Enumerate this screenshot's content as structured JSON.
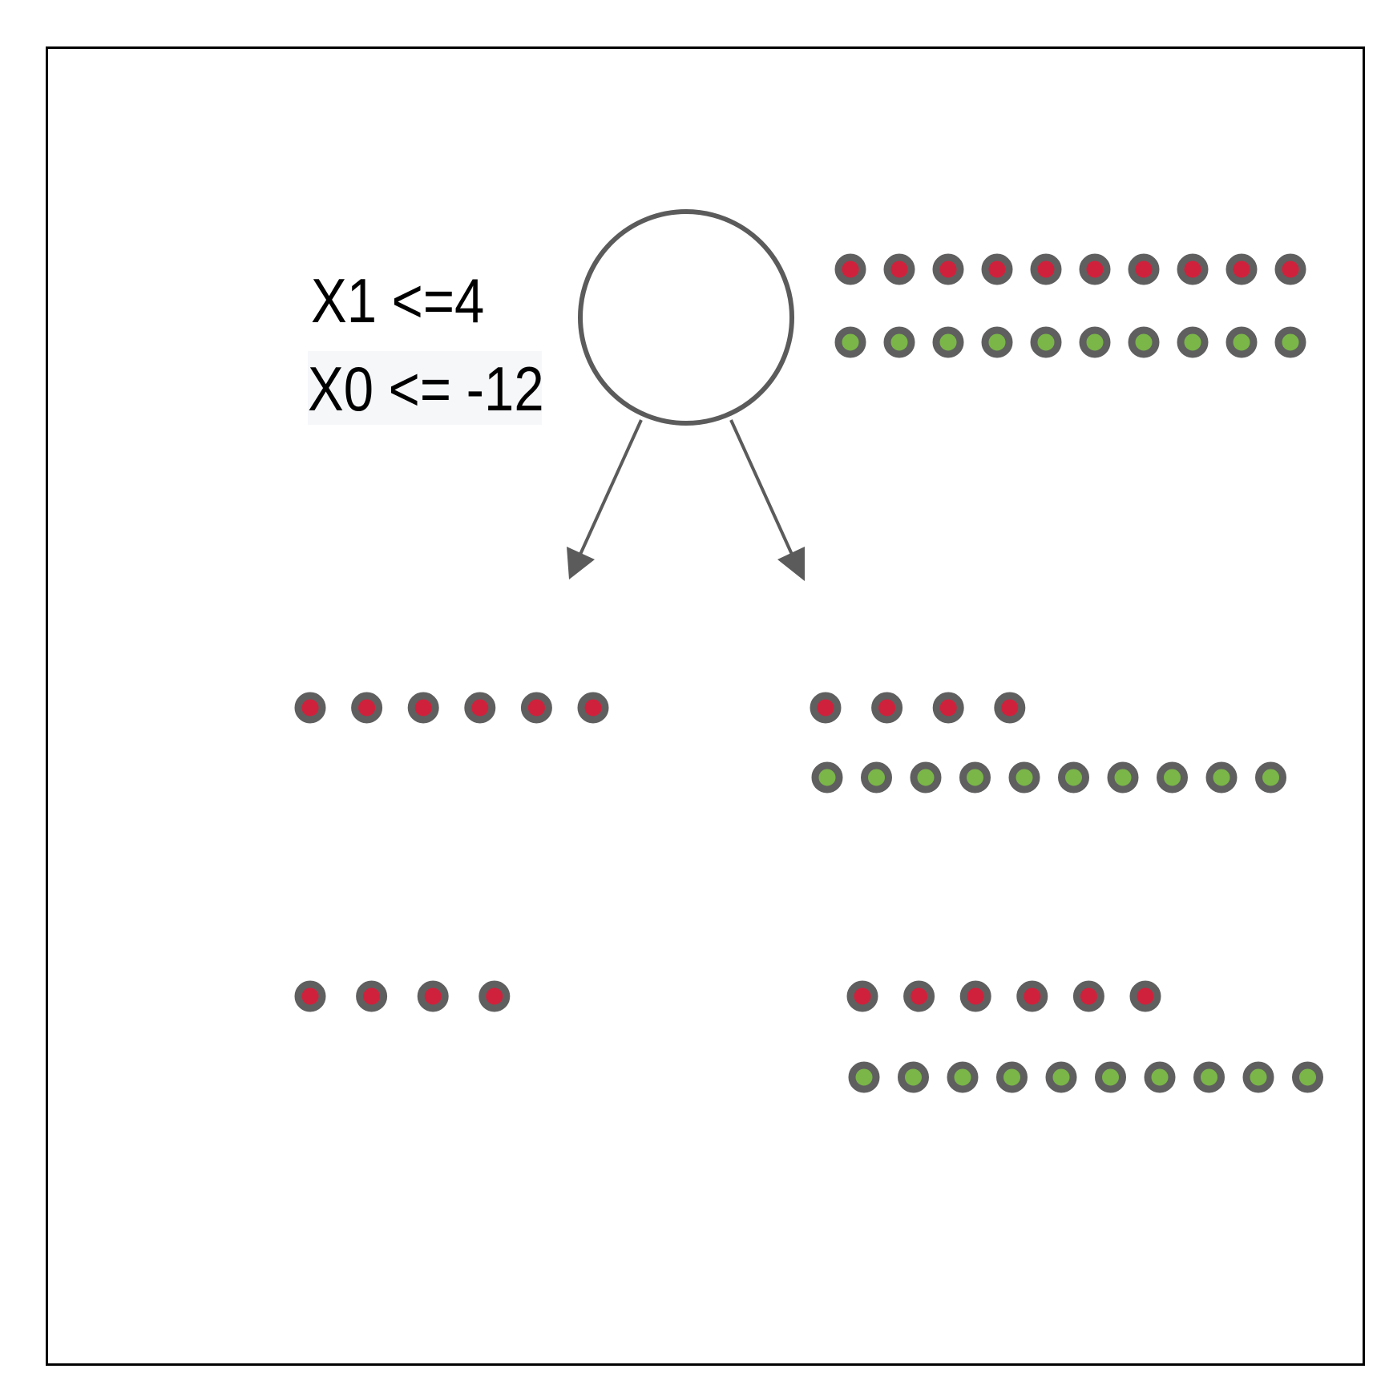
{
  "conditions": {
    "x1_condition": "X1 <=4",
    "x0_condition": "X0 <= -12"
  },
  "colors": {
    "frame": "#000000",
    "stroke": "#5b5b5b",
    "red_class": "#d0213c",
    "green_class": "#7ab648",
    "dot_ring": "#5f5f5f",
    "label_background": "#f5f7f9"
  },
  "groups": [
    {
      "id": "root",
      "red_count": 10,
      "green_count": 10
    },
    {
      "id": "left-child",
      "red_count": 6,
      "green_count": 0
    },
    {
      "id": "right-child",
      "red_count": 4,
      "green_count": 10
    },
    {
      "id": "lower-left",
      "red_count": 4,
      "green_count": 0
    },
    {
      "id": "lower-right",
      "red_count": 6,
      "green_count": 10
    }
  ]
}
